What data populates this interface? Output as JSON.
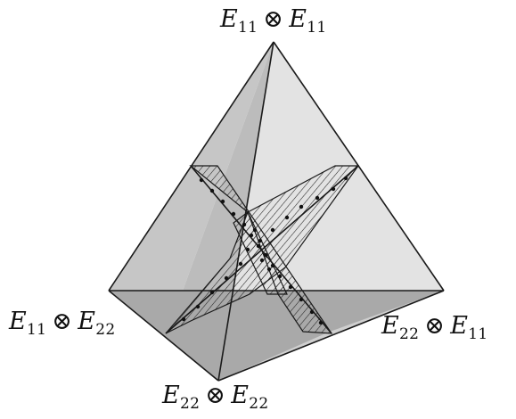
{
  "vertices": {
    "top": {
      "base": "E",
      "left_index": "11",
      "operator": "⊗",
      "right_index": "11"
    },
    "left": {
      "base": "E",
      "left_index": "11",
      "operator": "⊗",
      "right_index": "22"
    },
    "right": {
      "base": "E",
      "left_index": "22",
      "operator": "⊗",
      "right_index": "11"
    },
    "bottom": {
      "base": "E",
      "left_index": "22",
      "operator": "⊗",
      "right_index": "22"
    }
  },
  "colors": {
    "left_face": "#c4c4c4",
    "right_face": "#e2e2e2",
    "bottom_face": "#9a9a9a",
    "bottom_right_face": "#d2d2d2",
    "edges": "#1a1a1a",
    "hatch": "#222222",
    "dots": "#111111"
  }
}
